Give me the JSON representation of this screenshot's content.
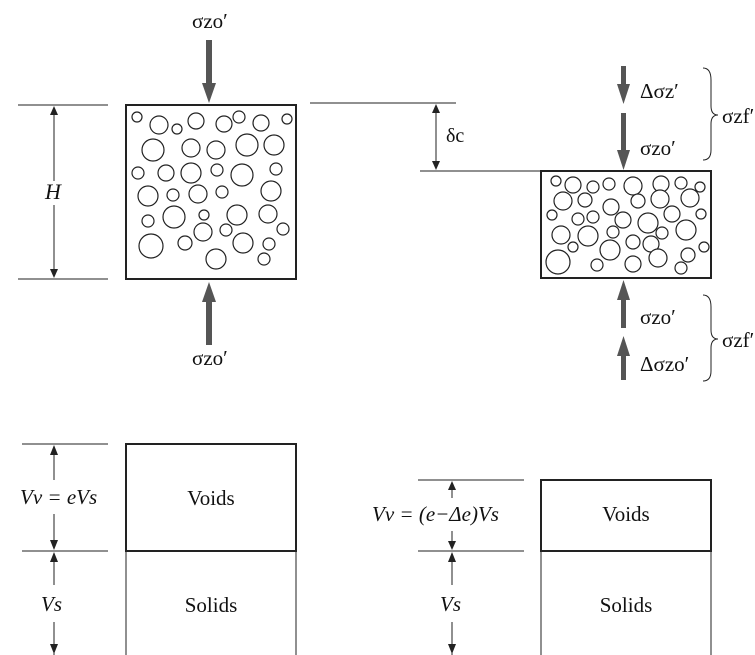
{
  "labels": {
    "sigma_zo_top": "σzo′",
    "sigma_zo_bottom_left": "σzo′",
    "H": "H",
    "delta_c": "δc",
    "delta_sigma_z": "Δσz′",
    "sigma_zo_right_top": "σzo′",
    "sigma_zf_top": "σzf′",
    "sigma_zo_right_bottom": "σzo′",
    "delta_sigma_zo": "Δσzo′",
    "sigma_zf_bottom": "σzf′",
    "Vv_left": "Vv = eVs",
    "Vs_left": "Vs",
    "Vv_right": "Vv = (e−Δe)Vs",
    "Vs_right": "Vs"
  },
  "phase": {
    "voids_left": "Voids",
    "solids_left": "Solids",
    "voids_right": "Voids",
    "solids_right": "Solids"
  },
  "colors": {
    "ink": "#222222",
    "arrow_fill": "#555555",
    "background": "#ffffff"
  }
}
